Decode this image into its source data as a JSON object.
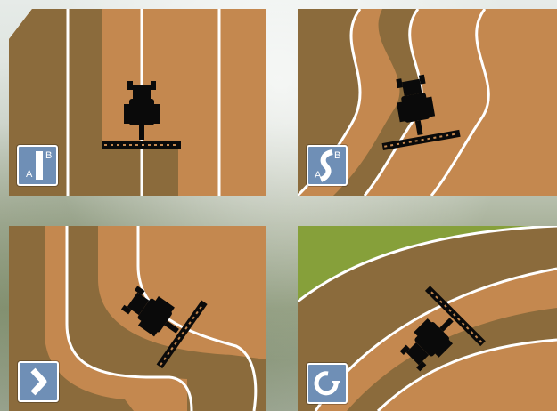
{
  "colors": {
    "soil_light": "#c4884f",
    "soil_dark": "#8b6b3c",
    "grass": "#86a03a",
    "guidance_line": "#ffffff",
    "tractor": "#0a0a0a",
    "badge": "#6f8fb6"
  },
  "tiles": [
    {
      "mode": "straight-ab",
      "icon": "ab-straight-line-icon",
      "badge": {
        "letter_a": "A",
        "letter_b": "B"
      }
    },
    {
      "mode": "curved-ab",
      "icon": "ab-curve-icon",
      "badge": {
        "letter_a": "A",
        "letter_b": "B"
      }
    },
    {
      "mode": "headland-turn",
      "icon": "chevron-right-icon"
    },
    {
      "mode": "pivot-circle",
      "icon": "circular-arrow-icon"
    }
  ]
}
